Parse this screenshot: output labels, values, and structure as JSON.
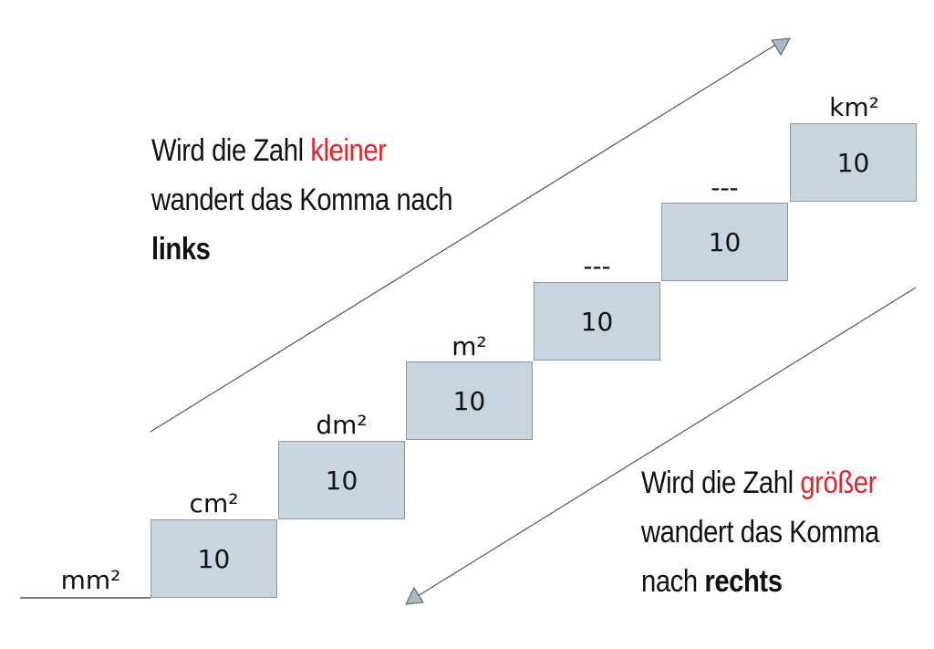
{
  "colors": {
    "step_fill": "#c8d5df",
    "step_border": "#8a9aa6",
    "highlight": "#e0262b",
    "line": "#555555"
  },
  "steps": [
    {
      "unit": "mm²",
      "value": ""
    },
    {
      "unit": "cm²",
      "value": "10"
    },
    {
      "unit": "dm²",
      "value": "10"
    },
    {
      "unit": "m²",
      "value": "10"
    },
    {
      "unit": "---",
      "value": "10"
    },
    {
      "unit": "---",
      "value": "10"
    },
    {
      "unit": "km²",
      "value": "10"
    }
  ],
  "note_left": {
    "line1_prefix": "Wird die Zahl ",
    "line1_highlight": "kleiner",
    "line2": "wandert das Komma nach",
    "line3": "links"
  },
  "note_right": {
    "line1_prefix": "Wird die Zahl ",
    "line1_highlight": "größer",
    "line2": "wandert das Komma",
    "line3_prefix": "nach ",
    "line3_bold": "rechts"
  }
}
